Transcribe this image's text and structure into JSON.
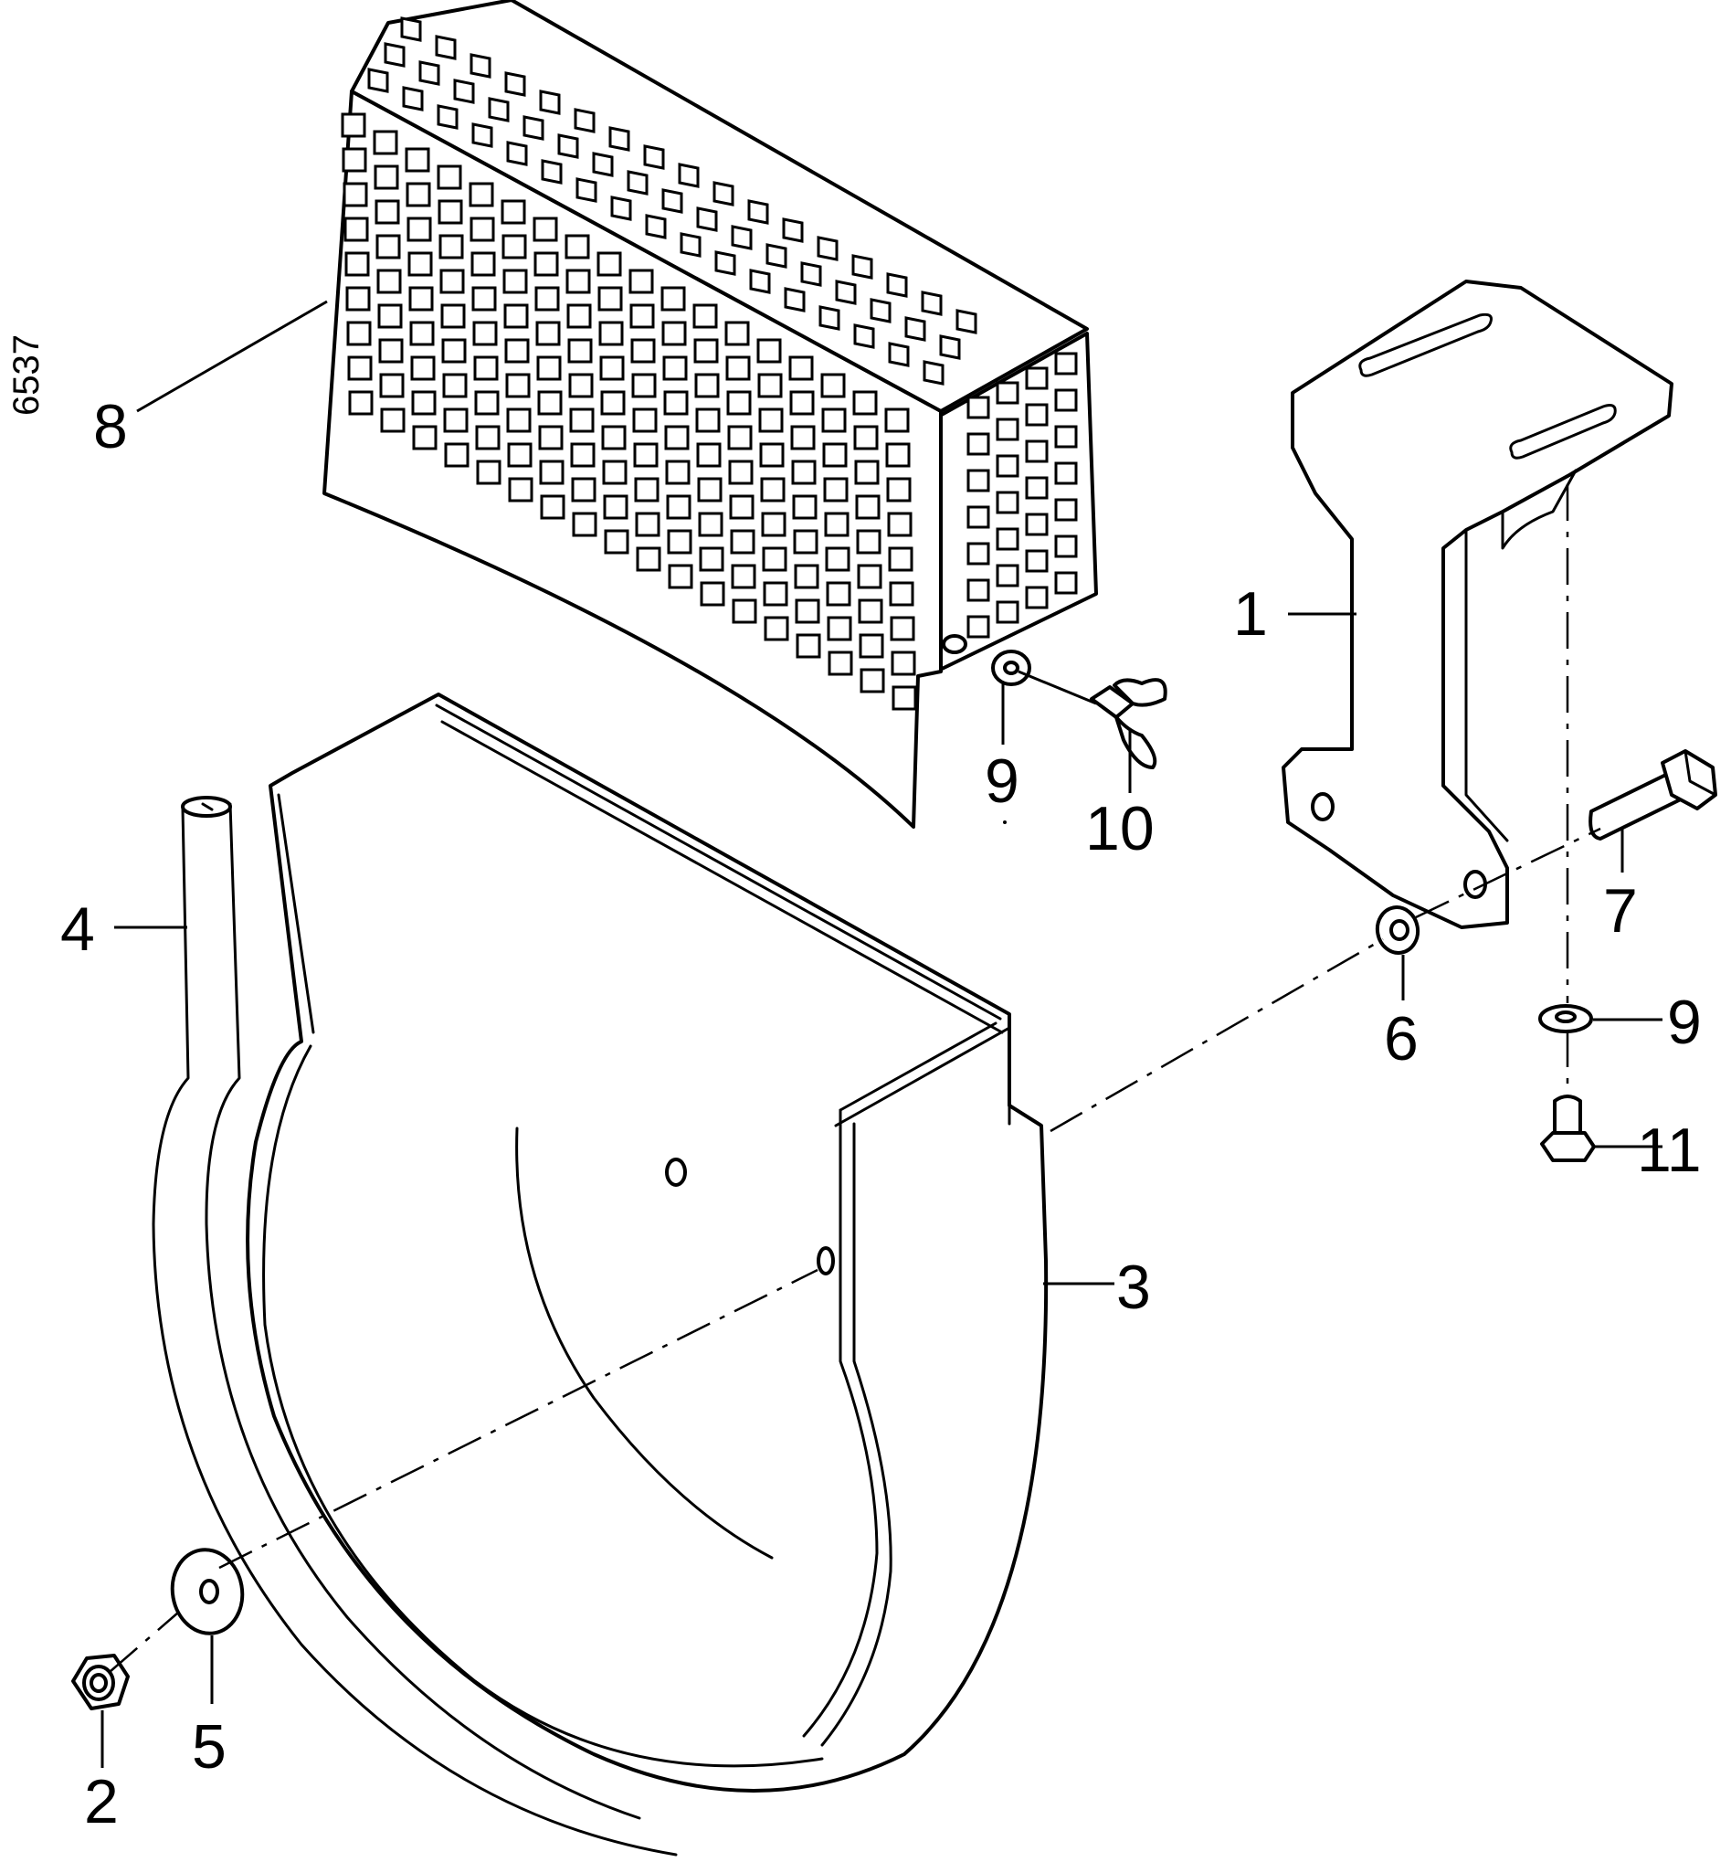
{
  "drawing_number": "6537",
  "callouts": {
    "c1": "1",
    "c2": "2",
    "c3": "3",
    "c4": "4",
    "c5": "5",
    "c6": "6",
    "c7": "7",
    "c8": "8",
    "c9a": "9",
    "c9b": "9",
    "c10": "10",
    "c11": "11"
  }
}
